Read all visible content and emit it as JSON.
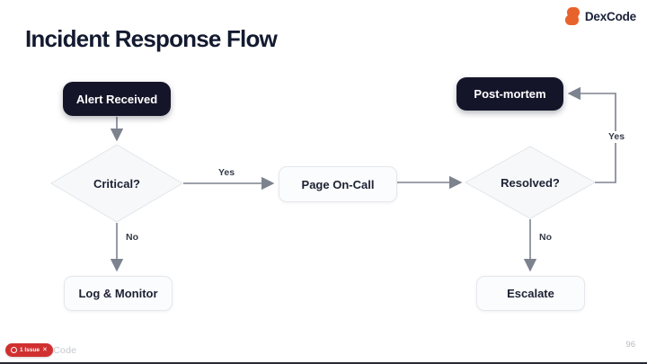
{
  "header": {
    "title": "Incident Response Flow",
    "brand": {
      "name": "DexCode"
    }
  },
  "flowchart": {
    "nodes": {
      "alert_received": {
        "label": "Alert Received",
        "type": "start"
      },
      "critical": {
        "label": "Critical?",
        "type": "decision"
      },
      "page_on_call": {
        "label": "Page On-Call",
        "type": "process"
      },
      "resolved": {
        "label": "Resolved?",
        "type": "decision"
      },
      "post_mortem": {
        "label": "Post-mortem",
        "type": "terminal"
      },
      "log_monitor": {
        "label": "Log & Monitor",
        "type": "process"
      },
      "escalate": {
        "label": "Escalate",
        "type": "process"
      }
    },
    "edges": {
      "critical_yes": "Yes",
      "critical_no": "No",
      "resolved_yes": "Yes",
      "resolved_no": "No"
    }
  },
  "footer": {
    "issue_badge": {
      "label": "1 Issue",
      "close": "✕"
    },
    "watermark": "DexCode",
    "page_number": "96"
  },
  "colors": {
    "accent_orange": "#E8622C",
    "dark_node": "#15152A",
    "diamond_fill": "#F7F8FA",
    "arrow_gray": "#7D828F",
    "badge_red": "#D13030"
  }
}
